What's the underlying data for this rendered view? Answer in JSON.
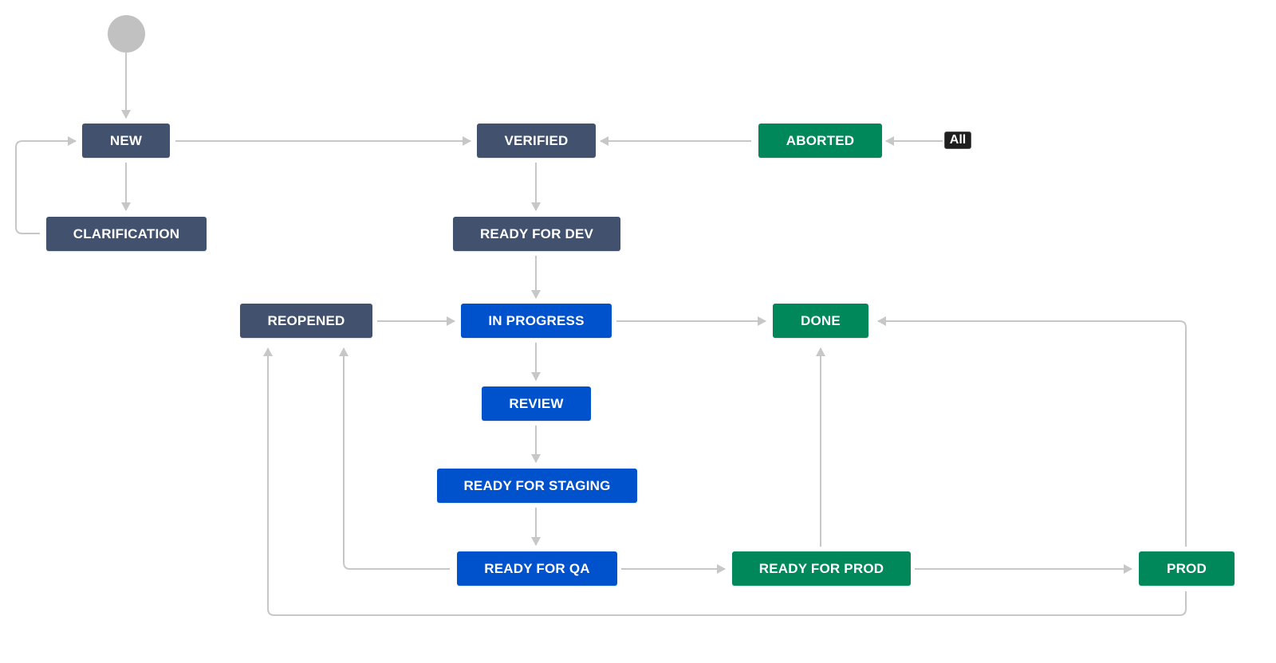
{
  "diagram": {
    "colors": {
      "todo": "#42526e",
      "in_progress": "#0052cc",
      "done": "#00875a",
      "edge": "#c7c7c7",
      "start": "#c1c1c1"
    },
    "global_transition_label": "All",
    "statuses": {
      "new": "NEW",
      "clarification": "CLARIFICATION",
      "verified": "VERIFIED",
      "aborted": "ABORTED",
      "ready_for_dev": "READY FOR DEV",
      "reopened": "REOPENED",
      "in_progress": "IN PROGRESS",
      "done": "DONE",
      "review": "REVIEW",
      "ready_for_staging": "READY FOR STAGING",
      "ready_for_qa": "READY FOR QA",
      "ready_for_prod": "READY FOR PROD",
      "prod": "PROD"
    }
  }
}
